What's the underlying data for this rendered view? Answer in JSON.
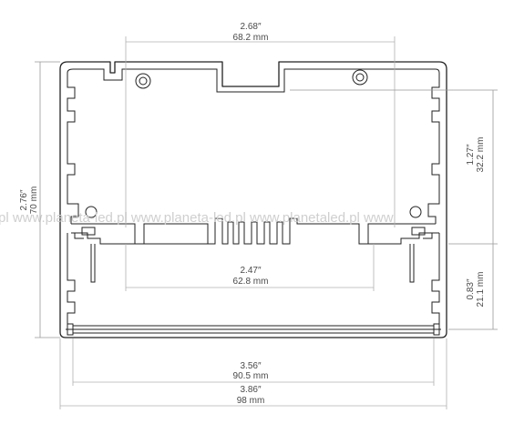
{
  "watermark": {
    "text": "pl www.planeta-led.pl www.planeta-led.pl www.planetaled.pl www"
  },
  "dimensions": {
    "top_width": {
      "inch": "2.68″",
      "mm": "68.2 mm"
    },
    "inner_width": {
      "inch": "2.47″",
      "mm": "62.8 mm"
    },
    "bottom_inner_width": {
      "inch": "3.56″",
      "mm": "90.5 mm"
    },
    "overall_width": {
      "inch": "3.86″",
      "mm": "98 mm"
    },
    "overall_height": {
      "inch": "2.76″",
      "mm": "70 mm"
    },
    "upper_height": {
      "inch": "1.27″",
      "mm": "32.2 mm"
    },
    "lower_height": {
      "inch": "0.83″",
      "mm": "21.1 mm"
    }
  },
  "colors": {
    "profile_stroke": "#222222",
    "dimension_line": "#b0b0b0",
    "dimension_text": "#4a4a4a",
    "watermark": "#cfcfcf"
  }
}
